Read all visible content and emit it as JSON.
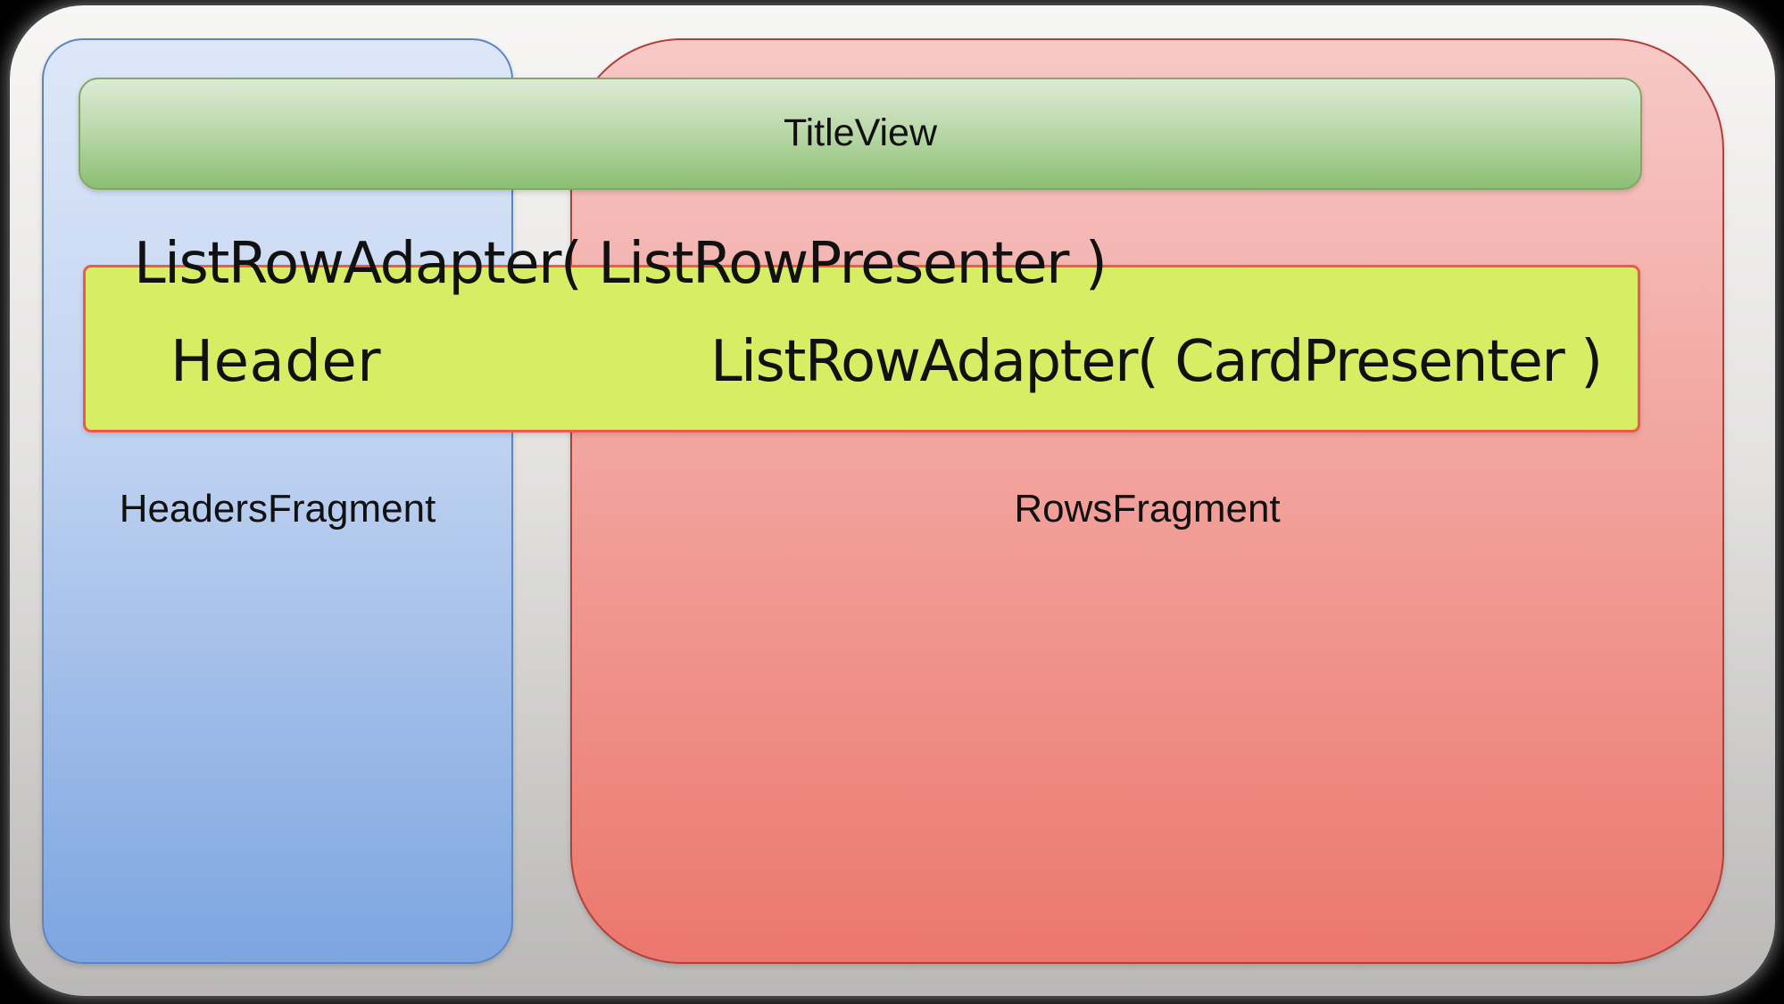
{
  "colors": {
    "page-bg": "#000000",
    "frame-top": "#f7f6f5",
    "frame-bottom": "#b9b8b7",
    "frame-border": "#414141",
    "blue-top": "#dde7f8",
    "blue-bottom": "#7da5e0",
    "blue-border": "#5d85c2",
    "red-top": "#f7c9c7",
    "red-bottom": "#eb776d",
    "red-border": "#b23f38",
    "green-top": "#dcebd6",
    "green-bottom": "#8bbf74",
    "green-border": "#84a768",
    "yellow-bg": "#d6ed64",
    "yellow-border": "#ef584c",
    "text": "#111111"
  },
  "diagram": {
    "title_view": {
      "label": "TitleView"
    },
    "headers_fragment": {
      "label": "HeadersFragment"
    },
    "rows_fragment": {
      "label": "RowsFragment"
    },
    "list_row_adapter_caption": "ListRowAdapter( ListRowPresenter )",
    "list_row": {
      "header_label": "Header",
      "card_adapter_label": "ListRowAdapter( CardPresenter )"
    }
  }
}
